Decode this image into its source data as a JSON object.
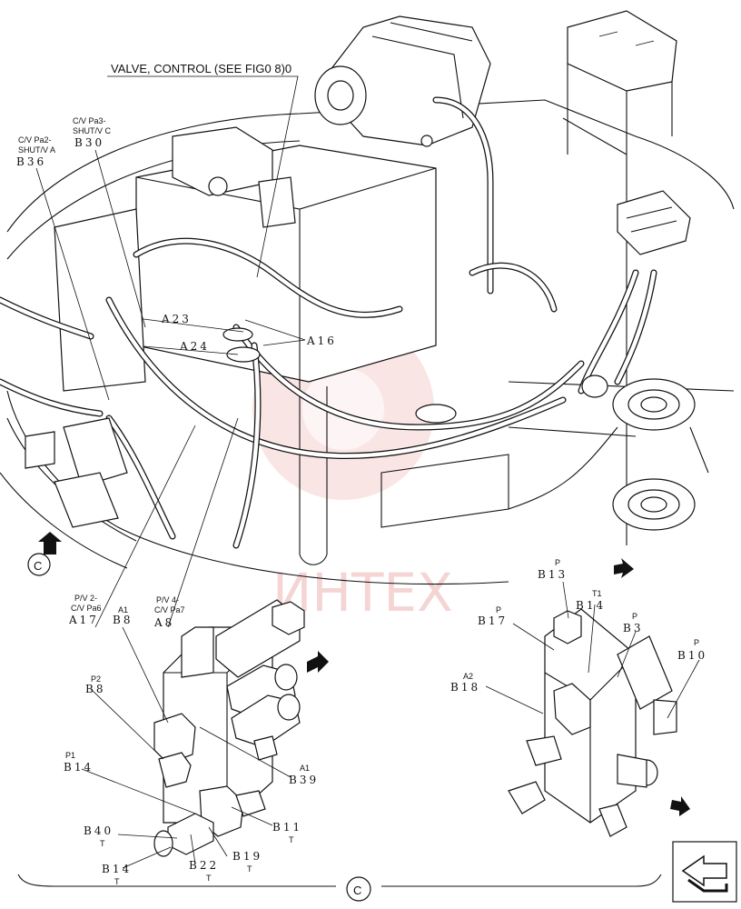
{
  "title": "VALVE, CONTROL (SEE FIG0 8)0",
  "watermark": "ИНТЕХ",
  "section_marker": "C",
  "callouts": {
    "cv_pa2": {
      "label1": "C/V Pa2-",
      "label2": "SHUT/V A",
      "code": "B36"
    },
    "cv_pa3": {
      "label1": "C/V Pa3-",
      "label2": "SHUT/V C",
      "code": "B30"
    },
    "a23": {
      "code": "A23"
    },
    "a24": {
      "code": "A24"
    },
    "a16": {
      "code": "A16"
    },
    "pv2": {
      "label1": "P/V 2-",
      "label2": "C/V Pa6",
      "code": "A17"
    },
    "pv4": {
      "label1": "P/V 4-",
      "label2": "C/V Pa7",
      "code": "A8"
    },
    "a1_b8": {
      "label": "A1",
      "code": "B8"
    },
    "p2_b8": {
      "label": "P2",
      "code": "B8"
    },
    "p1_b14": {
      "label": "P1",
      "code": "B14"
    },
    "a1_b39": {
      "label": "A1",
      "code": "B39"
    },
    "b40": {
      "code": "B40",
      "sub": "T"
    },
    "b14_t": {
      "code": "B14",
      "sub": "T"
    },
    "b22": {
      "code": "B22",
      "sub": "T"
    },
    "b19": {
      "code": "B19",
      "sub": "T"
    },
    "b11": {
      "code": "B11",
      "sub": "T"
    },
    "p_b13": {
      "label": "P",
      "code": "B13"
    },
    "t1_b14": {
      "label": "T1",
      "code": "B14"
    },
    "p_b17": {
      "label": "P",
      "code": "B17"
    },
    "p_b3": {
      "label": "P",
      "code": "B3"
    },
    "p_b10": {
      "label": "P",
      "code": "B10"
    },
    "a2_b18": {
      "label": "A2",
      "code": "B18"
    }
  }
}
